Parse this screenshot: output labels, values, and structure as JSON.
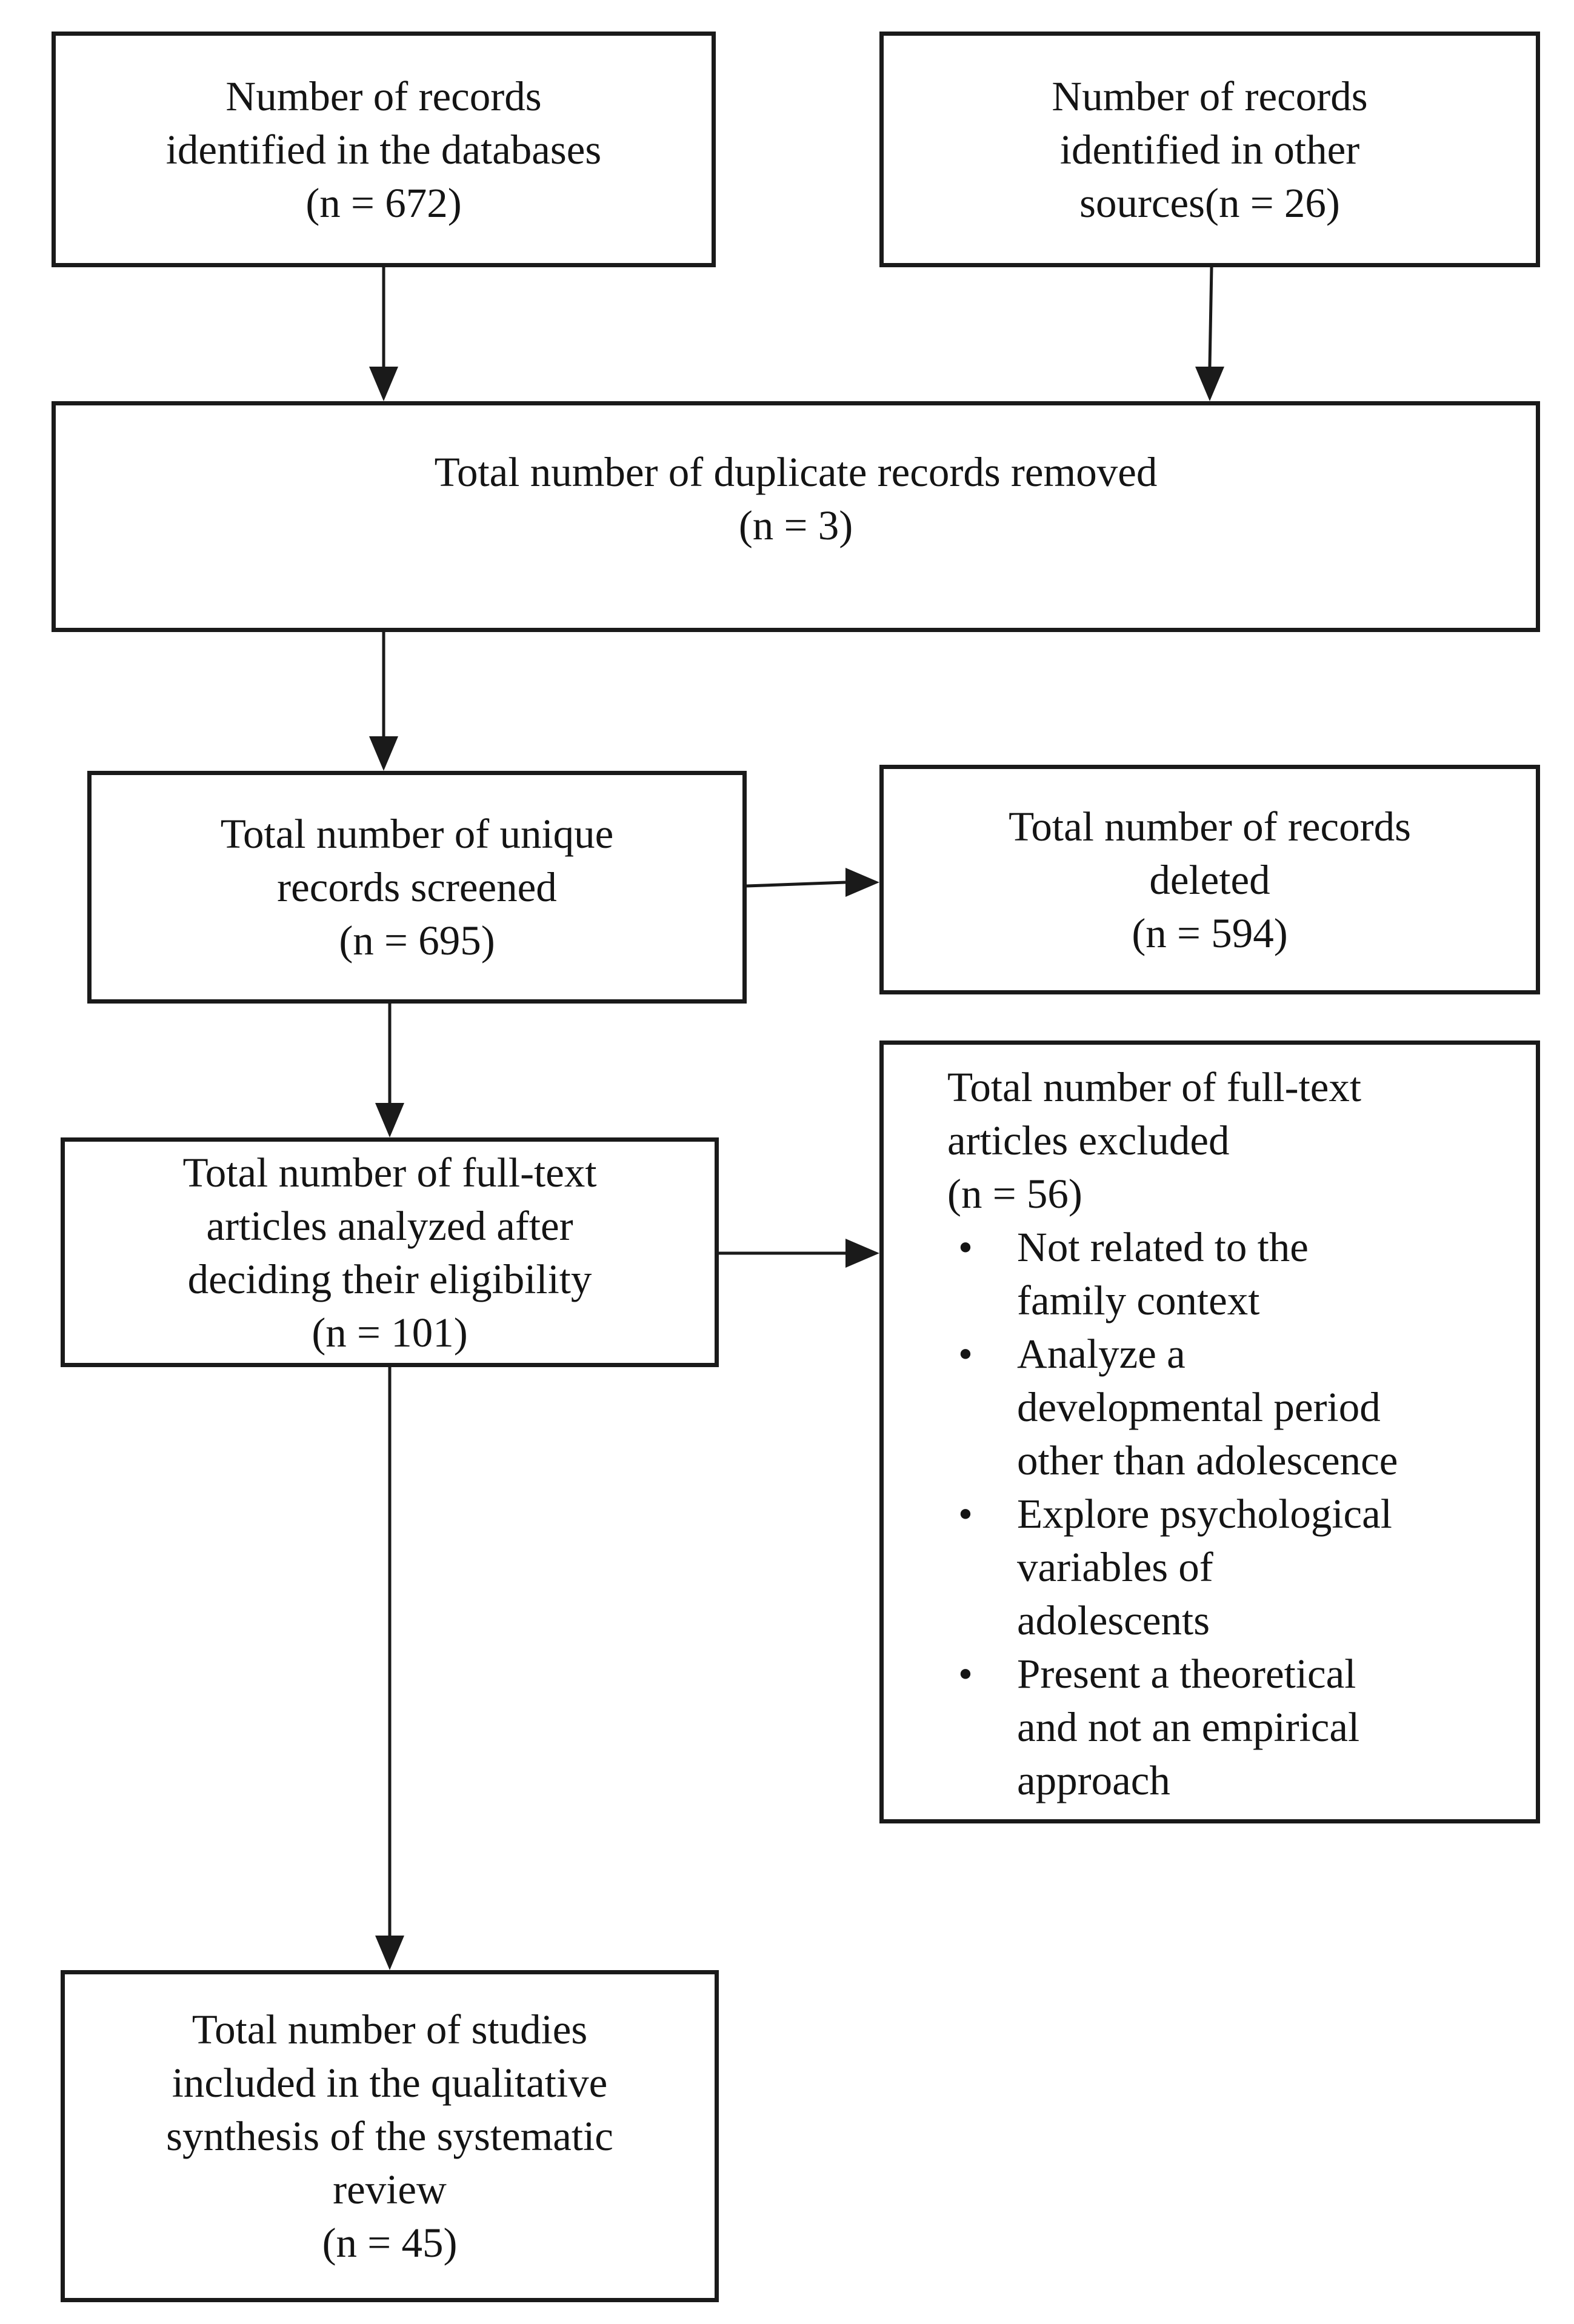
{
  "boxes": {
    "databases": {
      "lines": [
        "Number of records",
        "identified in the databases",
        "(n = 672)"
      ]
    },
    "other_sources": {
      "lines": [
        "Number of records",
        "identified in other",
        "sources(n = 26)"
      ]
    },
    "duplicates": {
      "lines": [
        "Total number of duplicate records removed",
        "(n = 3)"
      ]
    },
    "screened": {
      "lines": [
        "Total number of unique",
        "records screened",
        "(n = 695)"
      ]
    },
    "deleted": {
      "lines": [
        "Total number of records",
        "deleted",
        "(n = 594)"
      ]
    },
    "full_text_analyzed": {
      "lines": [
        "Total number of full-text",
        "articles analyzed after",
        "deciding their eligibility",
        "(n = 101)"
      ]
    },
    "excluded": {
      "lines": [
        "Total number of full-text",
        "articles excluded",
        "(n = 56)"
      ],
      "bullet_symbol": "•",
      "reasons": [
        {
          "lines": [
            "Not related to the",
            "family context"
          ]
        },
        {
          "lines": [
            "Analyze a",
            "developmental period",
            "other than adolescence"
          ]
        },
        {
          "lines": [
            "Explore psychological",
            "variables of",
            "adolescents"
          ]
        },
        {
          "lines": [
            "Present a theoretical",
            "and not an empirical",
            "approach"
          ]
        }
      ]
    },
    "included": {
      "lines": [
        "Total number of studies",
        "included in the qualitative",
        "synthesis of the systematic",
        "review",
        "(n = 45)"
      ]
    }
  }
}
